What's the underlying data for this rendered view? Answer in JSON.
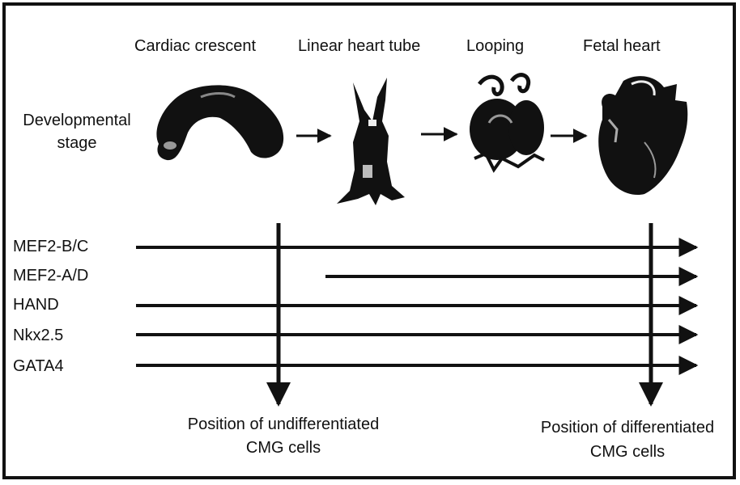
{
  "stage_label": [
    "Developmental",
    "stage"
  ],
  "stages": [
    "Cardiac crescent",
    "Linear heart tube",
    "Looping",
    "Fetal heart"
  ],
  "genes": [
    "MEF2-B/C",
    "MEF2-A/D",
    "HAND",
    "Nkx2.5",
    "GATA4"
  ],
  "positions": {
    "undifferentiated": [
      "Position of undifferentiated",
      "CMG cells"
    ],
    "differentiated": [
      "Position of differentiated",
      "CMG cells"
    ]
  },
  "colors": {
    "ink": "#111111",
    "background": "#ffffff"
  },
  "icons": [
    "cardiac-crescent-illustration",
    "linear-heart-tube-illustration",
    "looping-heart-illustration",
    "fetal-heart-illustration"
  ]
}
